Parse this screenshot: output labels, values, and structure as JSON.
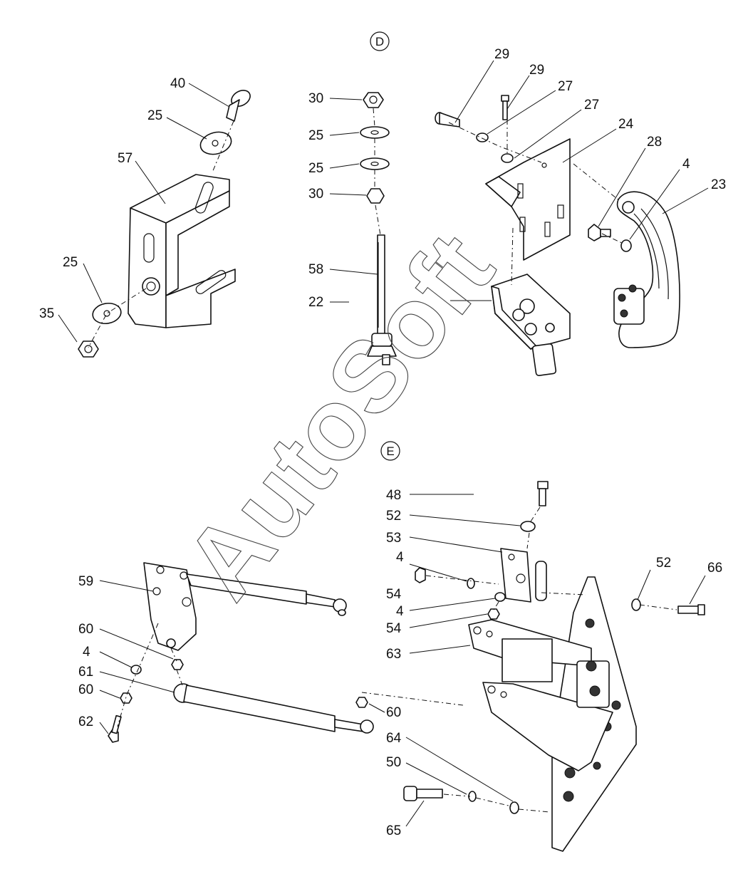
{
  "watermark": "AutoSoft",
  "sections": [
    "D",
    "E"
  ],
  "callouts_d": {
    "c40": "40",
    "c25a": "25",
    "c57": "57",
    "c25b": "25",
    "c35": "35",
    "c30a": "30",
    "c25c": "25",
    "c25d": "25",
    "c30b": "30",
    "c58": "58",
    "c22": "22",
    "c29a": "29",
    "c29b": "29",
    "c27a": "27",
    "c27b": "27",
    "c24": "24",
    "c28": "28",
    "c4": "4",
    "c23": "23"
  },
  "callouts_e": {
    "c48": "48",
    "c52a": "52",
    "c53": "53",
    "c4a": "4",
    "c54a": "54",
    "c4b": "4",
    "c54b": "54",
    "c63": "63",
    "c52b": "52",
    "c66": "66",
    "c59": "59",
    "c60a": "60",
    "c4c": "4",
    "c61": "61",
    "c60b": "60",
    "c62": "62",
    "c60c": "60",
    "c64": "64",
    "c50": "50",
    "c65": "65"
  }
}
